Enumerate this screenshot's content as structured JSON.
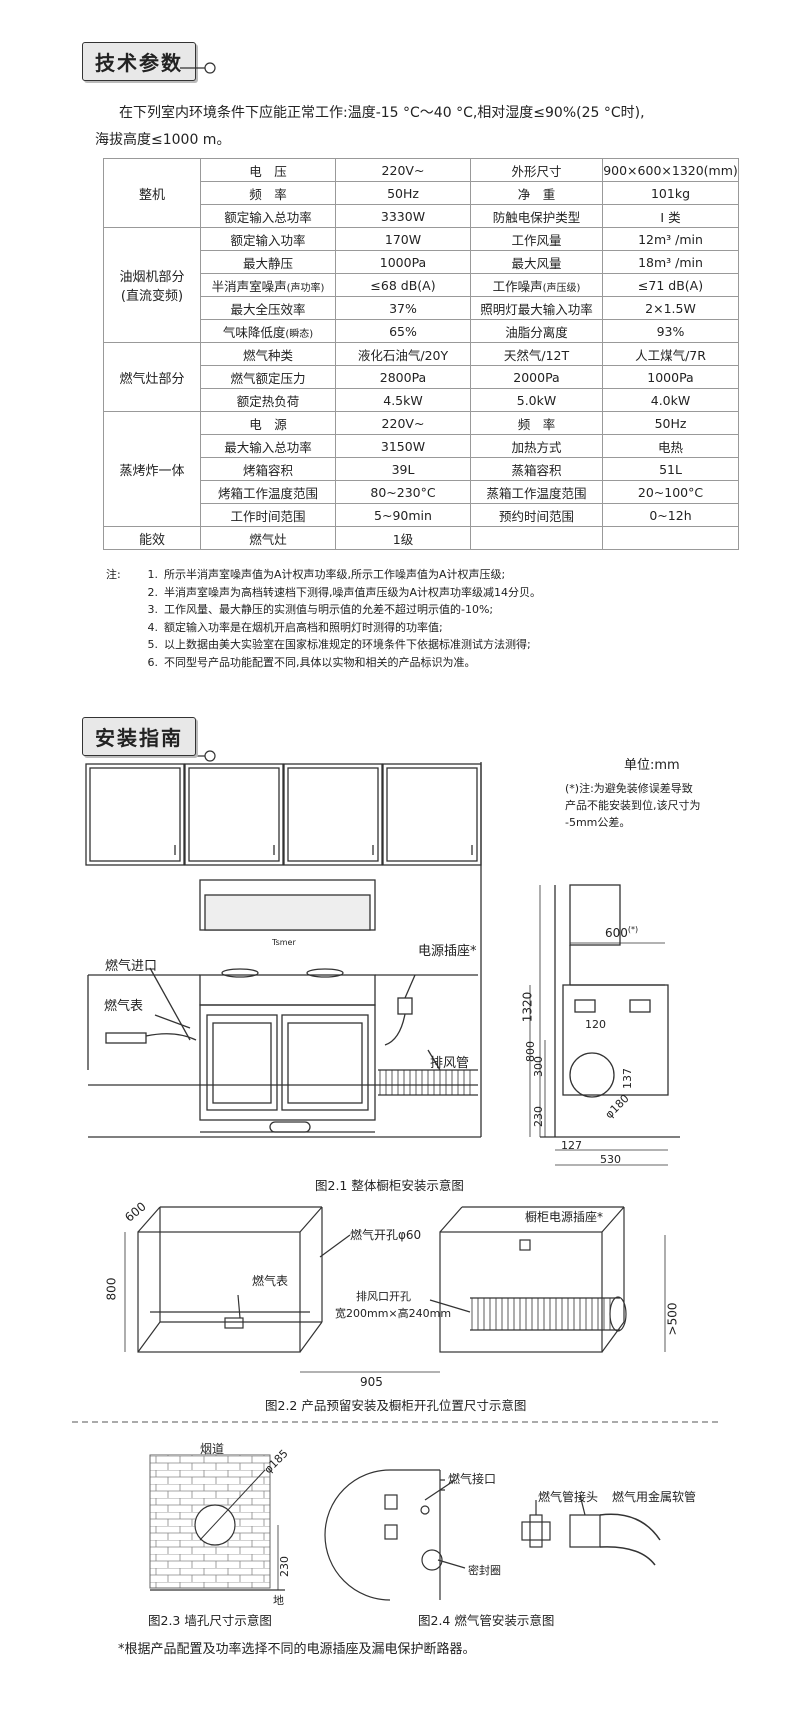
{
  "sections": {
    "tech": "技术参数",
    "install": "安装指南"
  },
  "intro": {
    "line1": "在下列室内环境条件下应能正常工作:温度-15 °C～40 °C,相对湿度≤90%(25 °C时),",
    "line2": "海拔高度≤1000 m。"
  },
  "spec": {
    "groups": {
      "whole": "整机",
      "hood1": "油烟机部分",
      "hood2": "(直流变频)",
      "stove": "燃气灶部分",
      "steam": "蒸烤炸一体",
      "energy": "能效"
    },
    "rows": [
      [
        "电　压",
        "220V~",
        "外形尺寸",
        "900×600×1320(mm)"
      ],
      [
        "频　率",
        "50Hz",
        "净　重",
        "101kg"
      ],
      [
        "额定输入总功率",
        "3330W",
        "防触电保护类型",
        "I 类"
      ],
      [
        "额定输入功率",
        "170W",
        "工作风量",
        "12m³ /min"
      ],
      [
        "最大静压",
        "1000Pa",
        "最大风量",
        "18m³ /min"
      ],
      [
        "半消声室噪声",
        "≤68 dB(A)",
        "工作噪声",
        "≤71 dB(A)"
      ],
      [
        "最大全压效率",
        "37%",
        "照明灯最大输入功率",
        "2×1.5W"
      ],
      [
        "气味降低度",
        "65%",
        "油脂分离度",
        "93%"
      ],
      [
        "燃气种类",
        "液化石油气/20Y",
        "天然气/12T",
        "人工煤气/7R"
      ],
      [
        "燃气额定压力",
        "2800Pa",
        "2000Pa",
        "1000Pa"
      ],
      [
        "额定热负荷",
        "4.5kW",
        "5.0kW",
        "4.0kW"
      ],
      [
        "电　源",
        "220V~",
        "频　率",
        "50Hz"
      ],
      [
        "最大输入总功率",
        "3150W",
        "加热方式",
        "电热"
      ],
      [
        "烤箱容积",
        "39L",
        "蒸箱容积",
        "51L"
      ],
      [
        "烤箱工作温度范围",
        "80~230°C",
        "蒸箱工作温度范围",
        "20~100°C"
      ],
      [
        "工作时间范围",
        "5~90min",
        "预约时间范围",
        "0~12h"
      ],
      [
        "燃气灶",
        "1级",
        "",
        ""
      ]
    ],
    "sub": {
      "r5a": "(声功率)",
      "r5c": "(声压级)",
      "r7a": "(瞬态)"
    }
  },
  "notes": {
    "label": "注:",
    "items": [
      [
        "1.",
        "所示半消声室噪声值为A计权声功率级,所示工作噪声值为A计权声压级;"
      ],
      [
        "2.",
        "半消声室噪声为高档转速档下测得,噪声值声压级为A计权声功率级减14分贝。"
      ],
      [
        "3.",
        "工作风量、最大静压的实测值与明示值的允差不超过明示值的-10%;"
      ],
      [
        "4.",
        "额定输入功率是在烟机开启高档和照明灯时测得的功率值;"
      ],
      [
        "5.",
        "以上数据由美大实验室在国家标准规定的环境条件下依据标准测试方法测得;"
      ],
      [
        "6.",
        "不同型号产品功能配置不同,具体以实物和相关的产品标识为准。"
      ]
    ]
  },
  "install": {
    "unit": "单位:mm",
    "note1": "(*)注:为避免装修误差导致",
    "note2": "产品不能安装到位,该尺寸为",
    "note3": "-5mm公差。",
    "labels": {
      "gas_in": "燃气进口",
      "gas_meter": "燃气表",
      "power": "电源插座*",
      "exhaust": "排风管",
      "brand": "Tsmer"
    },
    "dims": {
      "d1320": "1320",
      "d800": "800",
      "d300": "300",
      "d230": "230",
      "d600": "600",
      "d600sup": "(*)",
      "d120": "120",
      "d137": "137",
      "d180": "φ180",
      "d127": "127",
      "d530": "530"
    },
    "cap1": "图2.1 整体橱柜安装示意图",
    "fig2": {
      "d600": "600",
      "d800": "800",
      "d905": "905",
      "d500": ">500",
      "gas_meter": "燃气表",
      "gas_hole": "燃气开孔φ60",
      "exhaust1": "排风口开孔",
      "exhaust2": "宽200mm×高240mm",
      "socket": "橱柜电源插座*"
    },
    "cap2": "图2.2 产品预留安装及橱柜开孔位置尺寸示意图",
    "fig3": {
      "flue": "烟道",
      "d185": "φ185",
      "d230": "230",
      "ground": "地"
    },
    "cap3": "图2.3 墙孔尺寸示意图",
    "fig4": {
      "gas_port": "燃气接口",
      "seal": "密封圈",
      "joint": "燃气管接头",
      "hose": "燃气用金属软管"
    },
    "cap4": "图2.4 燃气管安装示意图",
    "footer": "*根据产品配置及功率选择不同的电源插座及漏电保护断路器。"
  }
}
